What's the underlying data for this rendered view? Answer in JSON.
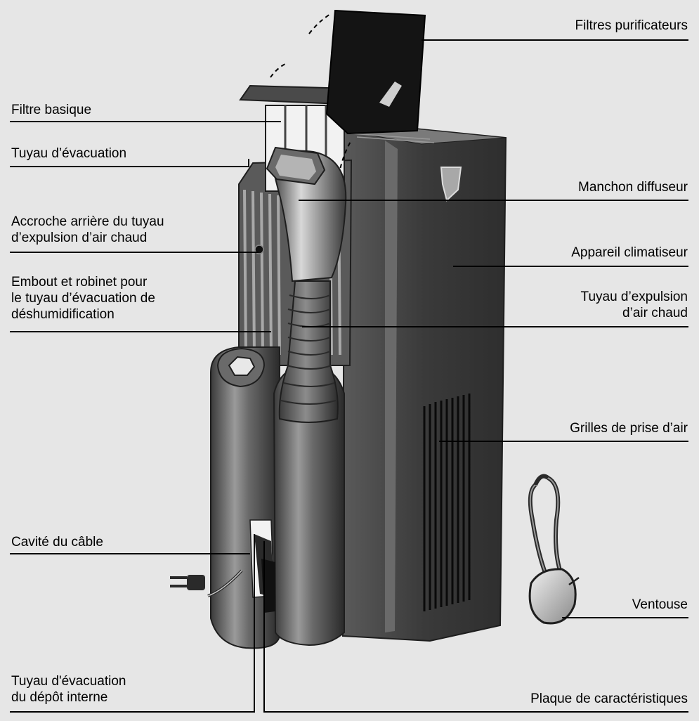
{
  "labels": {
    "filtres_purificateurs": "Filtres purificateurs",
    "filtre_basique": "Filtre basique",
    "tuyau_evacuation": "Tuyau d’évacuation",
    "manchon_diffuseur": "Manchon diffuseur",
    "accroche_arriere": "Accroche arrière du tuyau\nd’expulsion d’air chaud",
    "appareil_climatiseur": "Appareil climatiseur",
    "embout_robinet": "Embout et robinet pour\nle tuyau d’évacuation de\ndéshumidification",
    "tuyau_expulsion": "Tuyau d’expulsion\nd’air chaud",
    "grilles_prise_air": "Grilles de prise d’air",
    "cavite_cable": "Cavité du câble",
    "ventouse": "Ventouse",
    "tuyau_depot_interne": "Tuyau d'évacuation\ndu dépôt interne",
    "plaque_caracteristiques": "Plaque de caractéristiques"
  },
  "colors": {
    "background": "#e6e6e6",
    "unit_body": "#3b3b3b",
    "unit_side": "#505050",
    "leader_line": "#000000",
    "filter_panel": "#141414"
  }
}
